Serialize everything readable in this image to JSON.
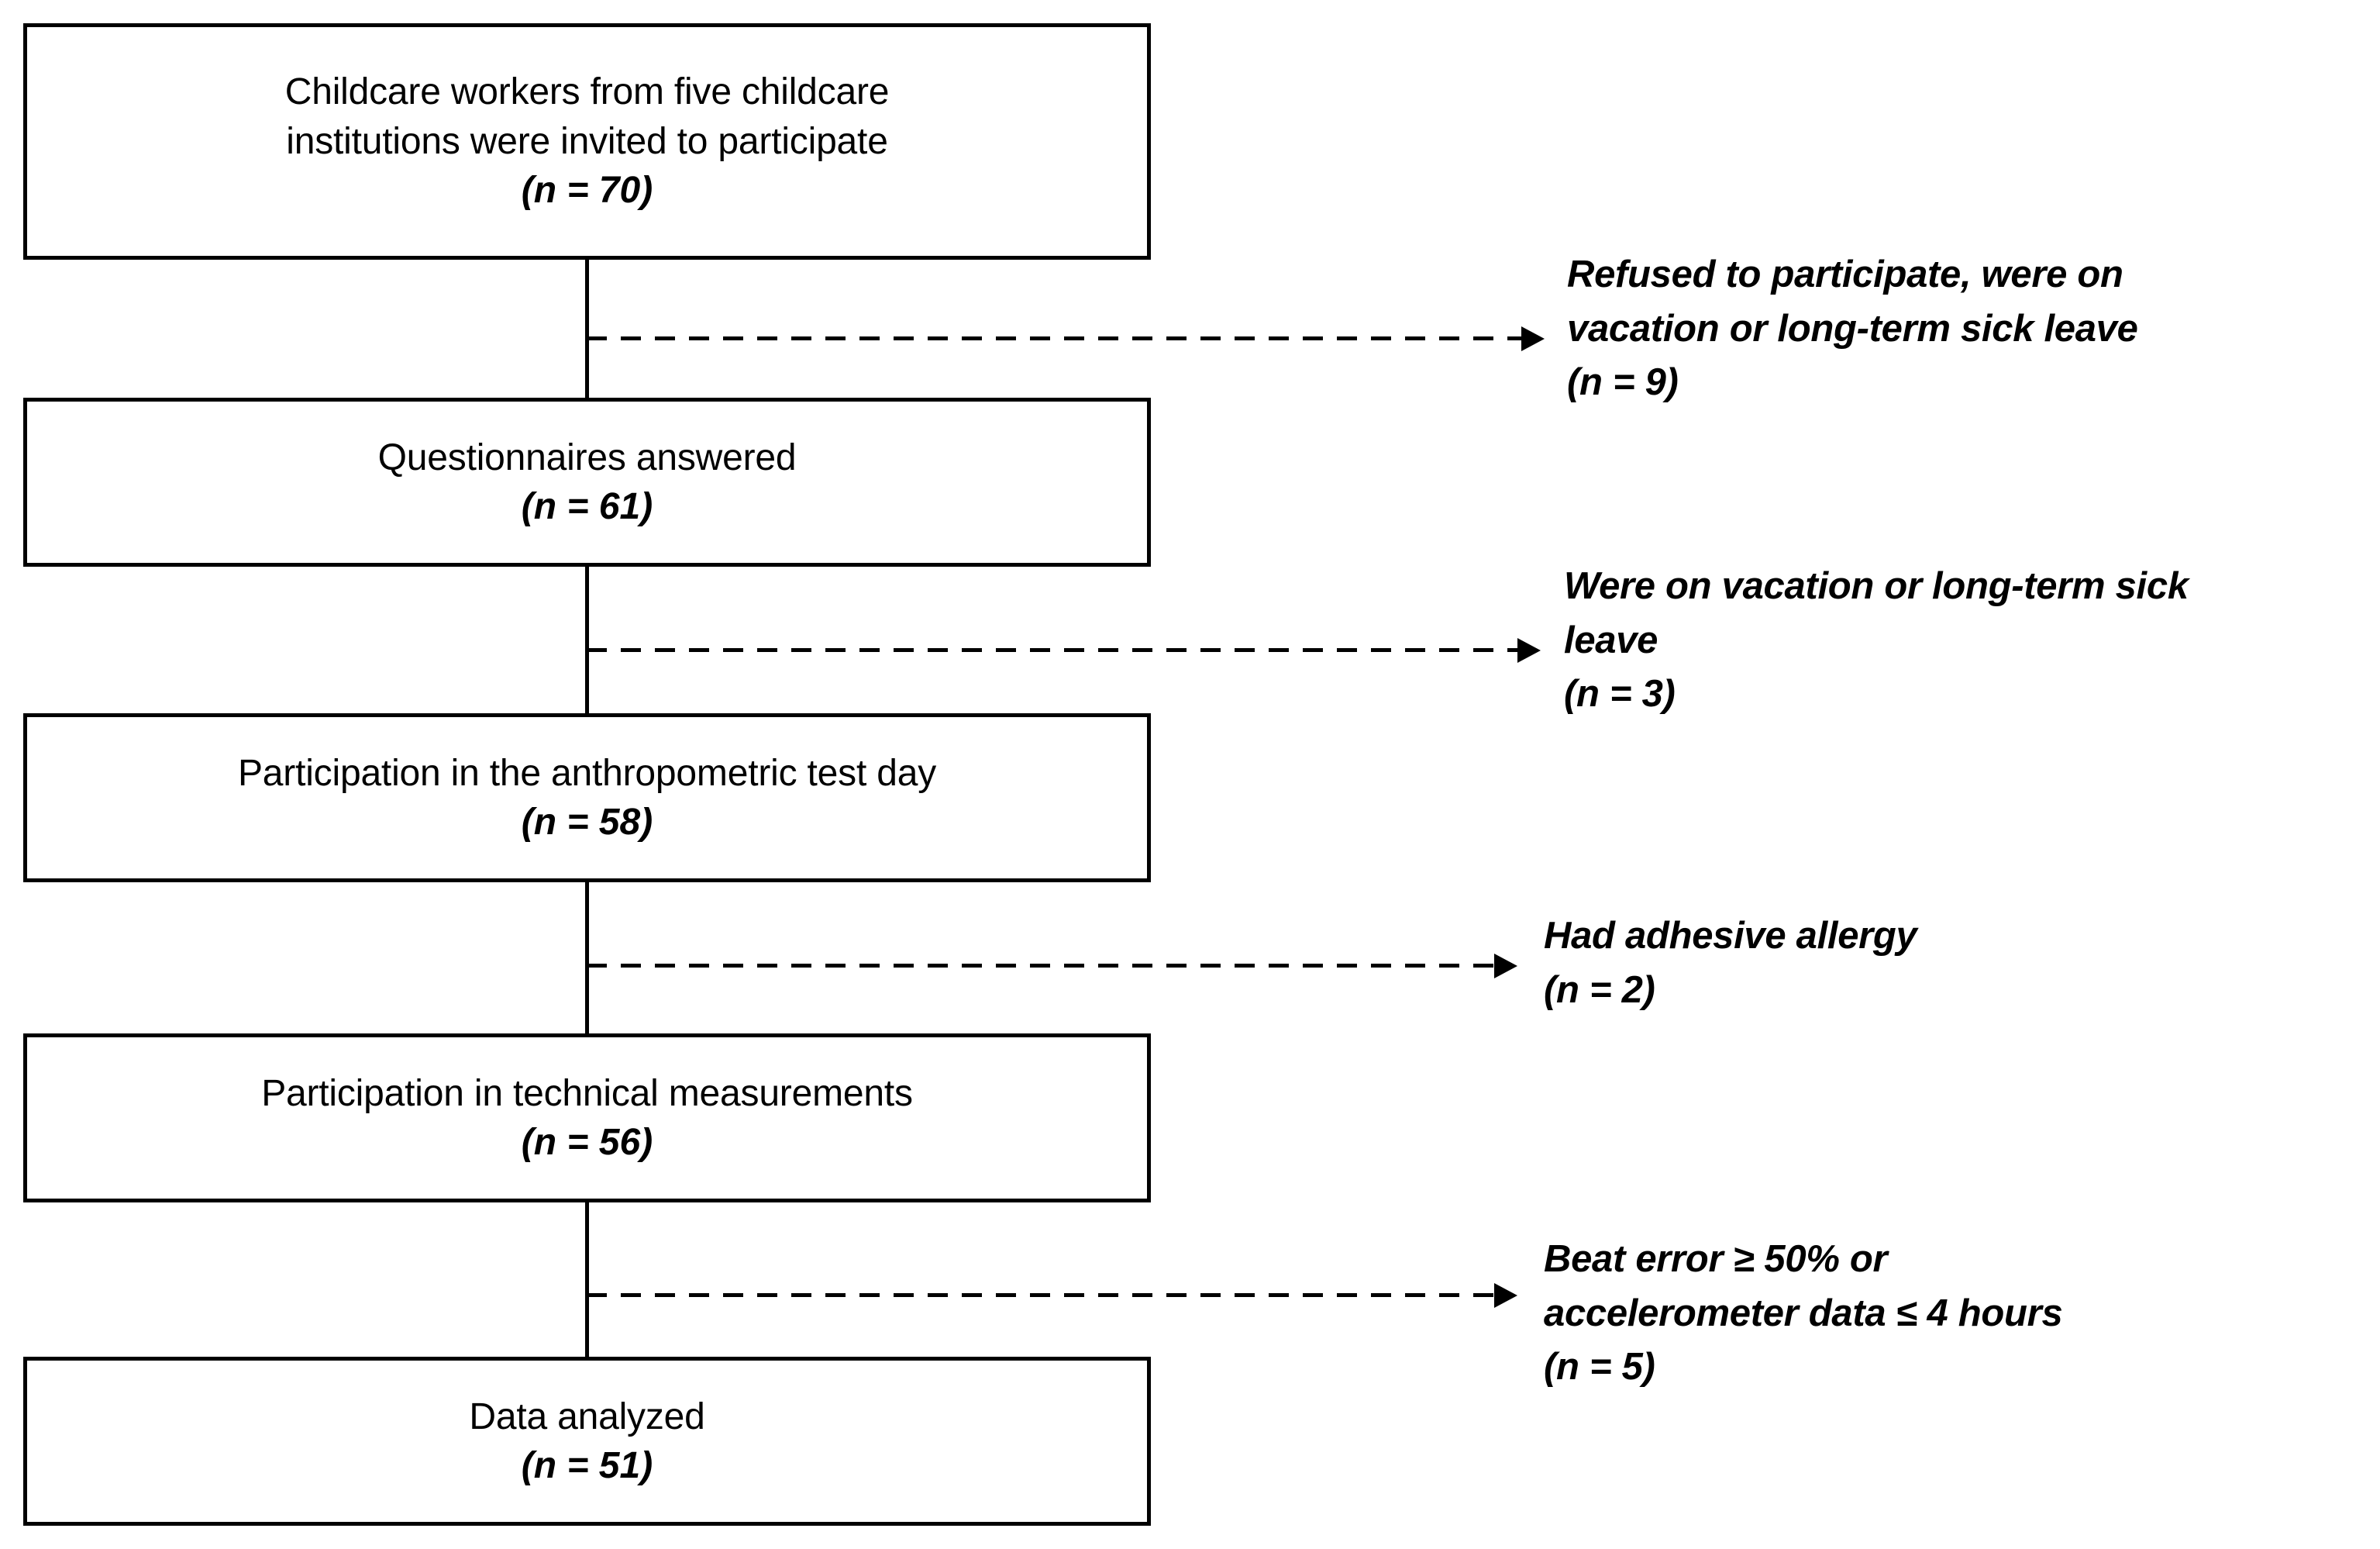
{
  "diagram": {
    "type": "participant-flow-diagram",
    "title": "",
    "accent_color": "#000000",
    "background_color": "#ffffff",
    "stages": [
      {
        "id": "stage-invited",
        "lines": [
          "Childcare workers from five childcare",
          "institutions were invited to participate"
        ],
        "n_label": "(n = 70)",
        "n": 70
      },
      {
        "id": "stage-questionnaires",
        "lines": [
          "Questionnaires answered"
        ],
        "n_label": "(n = 61)",
        "n": 61
      },
      {
        "id": "stage-anthropometric",
        "lines": [
          "Participation in the anthropometric test day"
        ],
        "n_label": "(n = 58)",
        "n": 58
      },
      {
        "id": "stage-technical",
        "lines": [
          "Participation in technical measurements"
        ],
        "n_label": "(n = 56)",
        "n": 56
      },
      {
        "id": "stage-analyzed",
        "lines": [
          "Data analyzed"
        ],
        "n_label": "(n = 51)",
        "n": 51
      }
    ],
    "exclusions": [
      {
        "id": "exclusion-refused",
        "lines": [
          "Refused to participate, were on",
          "vacation or long-term sick leave"
        ],
        "n_label": "(n = 9)",
        "n": 9
      },
      {
        "id": "exclusion-vacation-sick",
        "lines": [
          "Were on vacation or long-term sick",
          "leave"
        ],
        "n_label": "(n = 3)",
        "n": 3
      },
      {
        "id": "exclusion-adhesive-allergy",
        "lines": [
          "Had adhesive allergy"
        ],
        "n_label": "(n = 2)",
        "n": 2
      },
      {
        "id": "exclusion-beat-error",
        "lines": [
          "Beat error ≥ 50% or",
          "accelerometer data ≤ 4 hours"
        ],
        "n_label": "(n = 5)",
        "n": 5
      }
    ],
    "connectors": {
      "trunk_style": "solid",
      "exclusion_style": "dashed-with-arrowhead"
    }
  }
}
